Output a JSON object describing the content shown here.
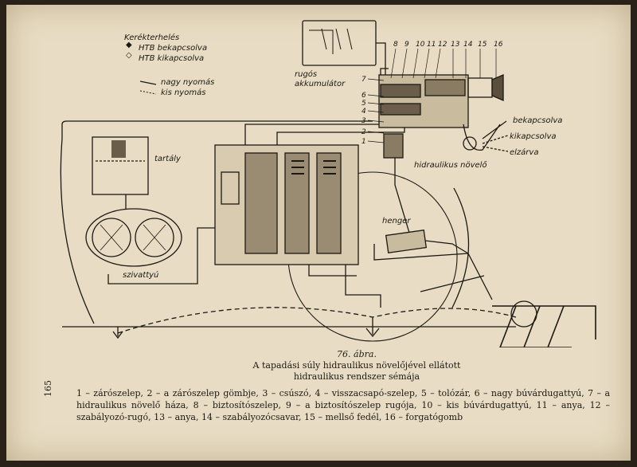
{
  "page_number": "165",
  "legend": {
    "title": "Kerékterhelés",
    "on": "HTB bekapcsolva",
    "off": "HTB kikapcsolva",
    "high_pressure": "nagy nyomás",
    "low_pressure": "kis nyomás"
  },
  "labels": {
    "accumulator_line1": "rugós",
    "accumulator_line2": "akkumulátor",
    "tank": "tartály",
    "pump": "szivattyú",
    "cylinder": "henger",
    "booster": "hidraulikus növelő",
    "lever_on": "bekapcsolva",
    "lever_off": "kikapcsolva",
    "lever_closed": "elzárva"
  },
  "part_numbers_top": [
    "8",
    "9",
    "10",
    "11",
    "12",
    "13",
    "14",
    "15",
    "16"
  ],
  "part_numbers_left": [
    "7",
    "6",
    "5",
    "4",
    "3",
    "2",
    "1"
  ],
  "caption": {
    "figure": "76. ábra.",
    "line1": "A tapadási súly hidraulikus növelőjével ellátott",
    "line2": "hidraulikus rendszer sémája"
  },
  "legend_text": "1 – zárószelep, 2 – a zárószelep gömbje, 3 – csúszó, 4 – visszacsapó-szelep, 5 – tolózár, 6 – nagy búvárdugattyú, 7 – a hidraulikus növelő háza, 8 – biztosítószelep, 9 – a biztosítószelep rugója, 10 – kis búvárdugattyú, 11 – anya, 12 – szabályozó-rugó, 13 – anya, 14 – szabályozócsavar, 15 – mellső fedél, 16 – forgatógomb"
}
